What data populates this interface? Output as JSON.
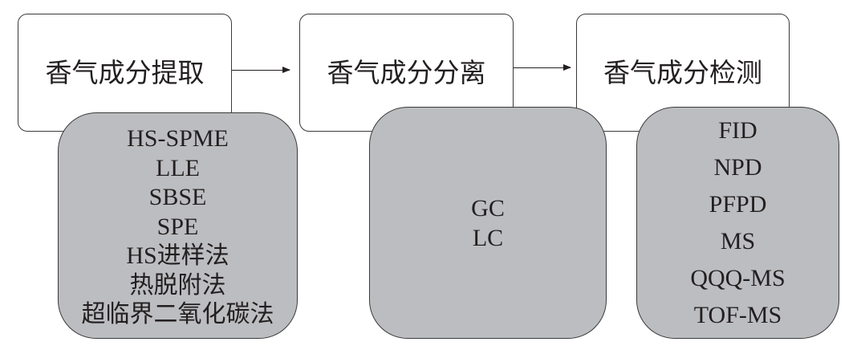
{
  "diagram": {
    "stages": [
      {
        "title": "香气成分提取",
        "methods": [
          "HS-SPME",
          "LLE",
          "SBSE",
          "SPE",
          "HS进样法",
          "热脱附法",
          "超临界二氧化碳法"
        ]
      },
      {
        "title": "香气成分分离",
        "methods": [
          "GC",
          "LC"
        ]
      },
      {
        "title": "香气成分检测",
        "methods": [
          "FID",
          "NPD",
          "PFPD",
          "MS",
          "QQQ-MS",
          "TOF-MS"
        ]
      }
    ],
    "colors": {
      "stage_box_fill": "#ffffff",
      "method_box_fill": "#bcbdc0",
      "stroke": "#3a3a3a",
      "text": "#231f20"
    }
  }
}
